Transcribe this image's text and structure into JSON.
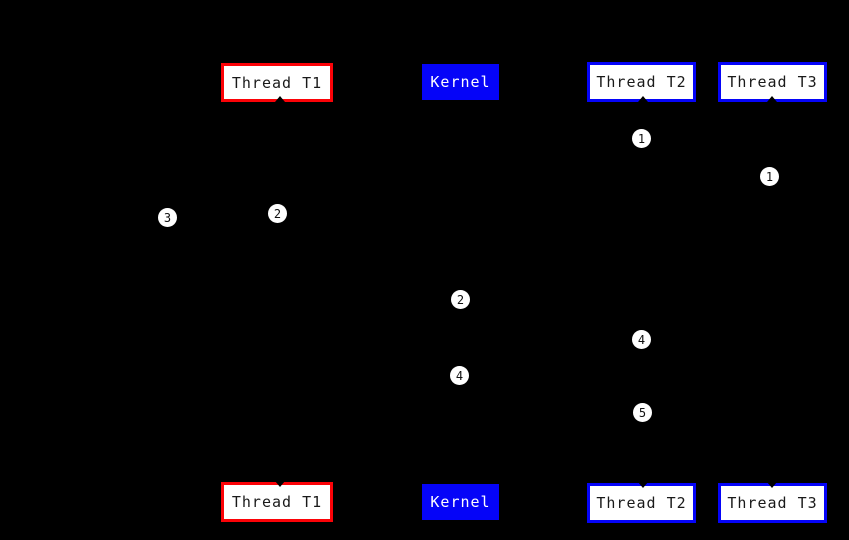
{
  "diagram": {
    "type": "sequence-diagram",
    "background_color": "#000000",
    "colors": {
      "thread_t1_border": "#fb0207",
      "thread_t2_border": "#0504f8",
      "thread_t3_border": "#0504f8",
      "kernel_fill": "#0504f8",
      "kernel_text": "#ffffff",
      "box_fill": "#ffffff",
      "box_text": "#1a1a1a",
      "marker_fill": "#ffffff",
      "marker_text": "#111111"
    },
    "entities": {
      "top": [
        {
          "label": "Thread T1"
        },
        {
          "label": "Kernel"
        },
        {
          "label": "Thread T2"
        },
        {
          "label": "Thread T3"
        }
      ],
      "bottom": [
        {
          "label": "Thread T1"
        },
        {
          "label": "Kernel"
        },
        {
          "label": "Thread T2"
        },
        {
          "label": "Thread T3"
        }
      ]
    },
    "markers": [
      {
        "label": "1"
      },
      {
        "label": "1"
      },
      {
        "label": "2"
      },
      {
        "label": "3"
      },
      {
        "label": "2"
      },
      {
        "label": "4"
      },
      {
        "label": "4"
      },
      {
        "label": "5"
      }
    ]
  }
}
